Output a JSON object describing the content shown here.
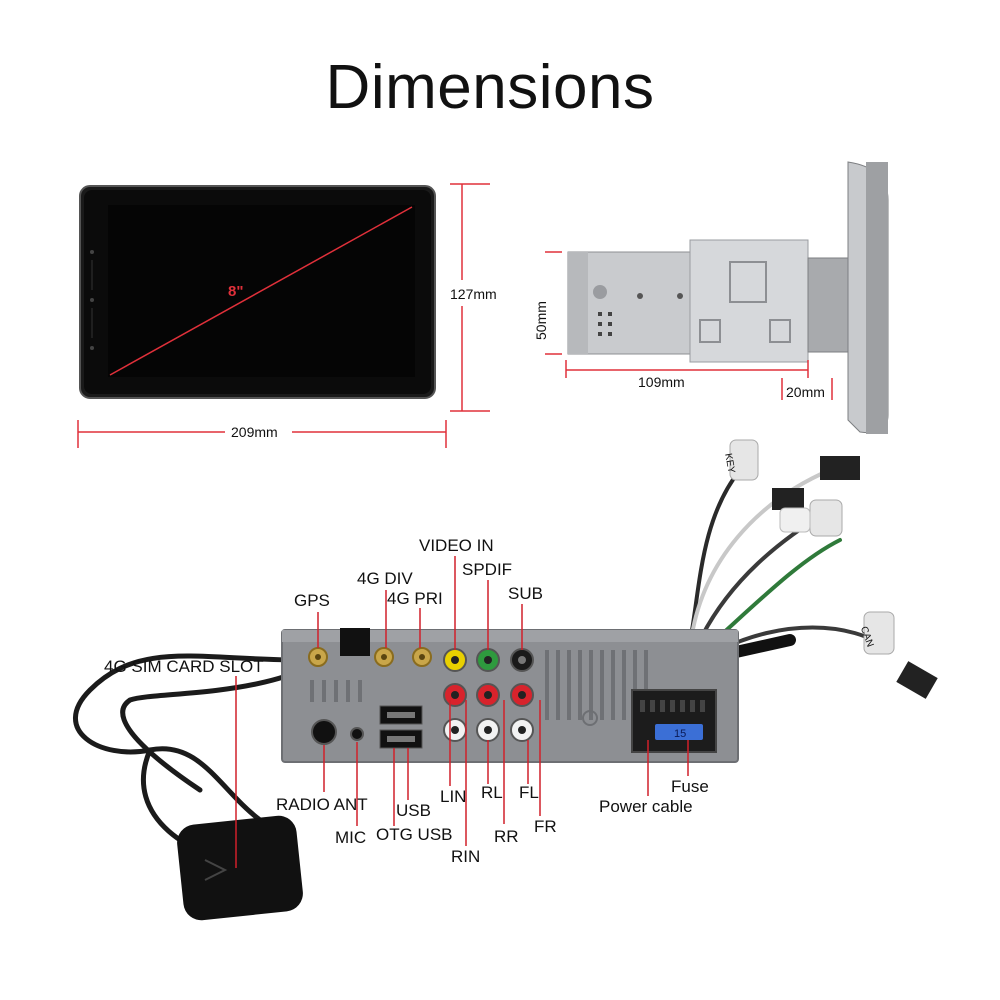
{
  "title": "Dimensions",
  "dimensions": {
    "diagonal": "8\"",
    "height": "127mm",
    "width": "209mm",
    "depth_height": "50mm",
    "depth": "109mm",
    "panel_depth": "20mm"
  },
  "ports": {
    "video_in": "VIDEO IN",
    "spdif": "SPDIF",
    "sub": "SUB",
    "div_4g": "4G DIV",
    "pri_4g": "4G PRI",
    "gps": "GPS",
    "sim_slot": "4G SIM CARD SLOT",
    "radio_ant": "RADIO ANT",
    "usb": "USB",
    "mic": "MIC",
    "otg_usb": "OTG USB",
    "lin": "LIN",
    "rin": "RIN",
    "rl": "RL",
    "rr": "RR",
    "fl": "FL",
    "fr": "FR",
    "fuse": "Fuse",
    "power_cable": "Power cable"
  },
  "fuse_value": "15",
  "cable_tags": [
    "KEY",
    "CAN"
  ],
  "colors": {
    "dimension_line": "#e0303a",
    "pointer_line": "#d0202a",
    "chassis": "#8d8f93",
    "screen": "#0d0d0d"
  }
}
